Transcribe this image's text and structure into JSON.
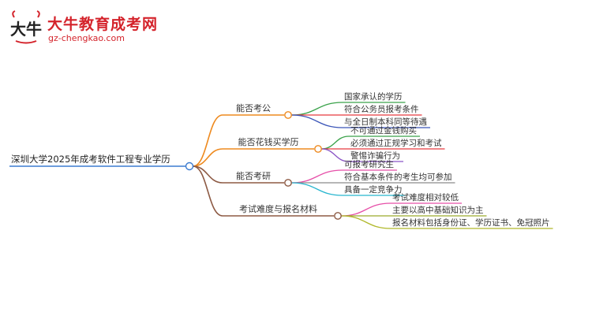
{
  "brand": {
    "logo_glyph": "大牛",
    "title": "大牛教育成考网",
    "url": "gz-chengkao.com"
  },
  "mindmap": {
    "root": "深圳大学2025年成考软件工程专业学历",
    "branches": [
      {
        "label": "能否考公",
        "color": "#ee8a1f",
        "children": [
          {
            "label": "国家承认的学历",
            "color": "#3aa24a"
          },
          {
            "label": "符合公务员报考条件",
            "color": "#e8393f"
          },
          {
            "label": "与全日制本科同等待遇",
            "color": "#3b55b8"
          }
        ]
      },
      {
        "label": "能否花钱买学历",
        "color": "#ee8a1f",
        "children": [
          {
            "label": "不可通过金钱购买",
            "color": "#3aa24a"
          },
          {
            "label": "必须通过正规学习和考试",
            "color": "#e8393f"
          },
          {
            "label": "警惕诈骗行为",
            "color": "#8b55c6"
          }
        ]
      },
      {
        "label": "能否考研",
        "color": "#8d5a44",
        "children": [
          {
            "label": "可报考研究生",
            "color": "#e64fa8"
          },
          {
            "label": "符合基本条件的考生均可参加",
            "color": "#8a8a8a"
          },
          {
            "label": "具备一定竞争力",
            "color": "#28b6cf"
          }
        ]
      },
      {
        "label": "考试难度与报名材料",
        "color": "#8d5a44",
        "children": [
          {
            "label": "考试难度相对较低",
            "color": "#e64fa8"
          },
          {
            "label": "主要以高中基础知识为主",
            "color": "#9aaa2a"
          },
          {
            "label": "报名材料包括身份证、学历证书、免冠照片",
            "color": "#b0b82a"
          }
        ]
      }
    ]
  }
}
